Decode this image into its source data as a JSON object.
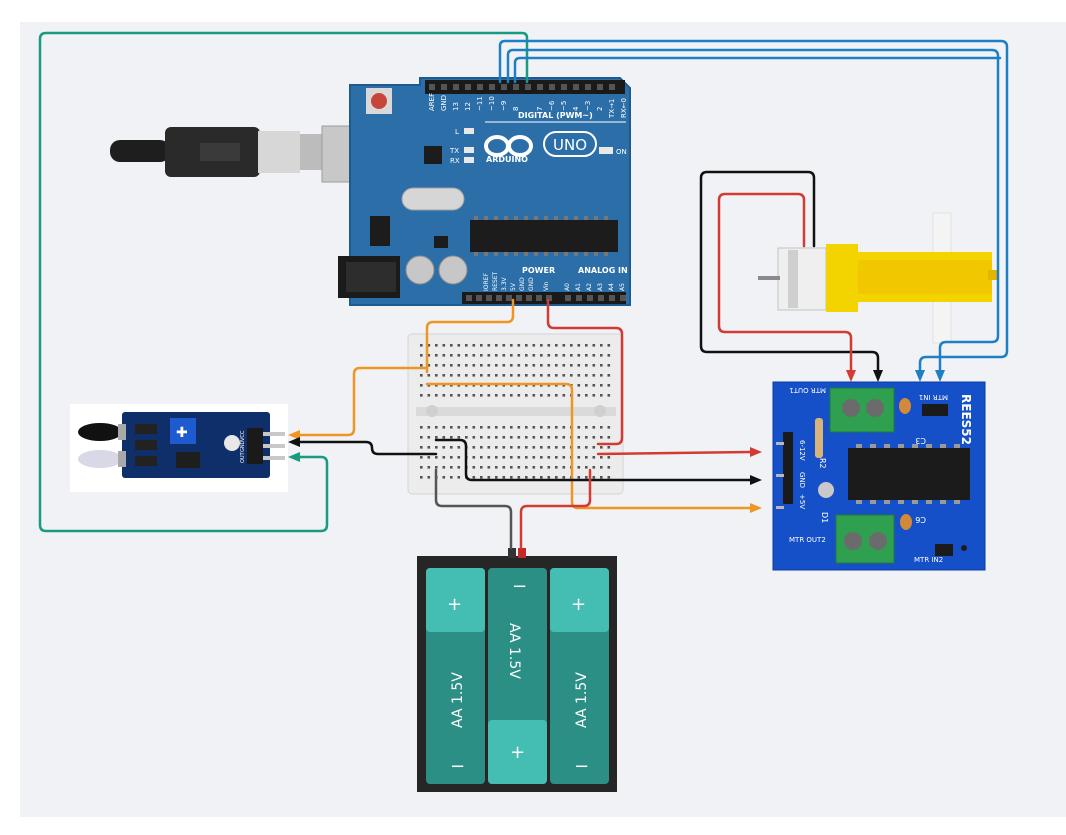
{
  "arduino": {
    "logo_text": "ARDUINO",
    "model": "UNO",
    "digital_label": "DIGITAL (PWM~)",
    "power_label": "POWER",
    "analog_label": "ANALOG IN",
    "on_label": "ON",
    "tx_label": "TX",
    "rx_label": "RX",
    "l_label": "L",
    "digital_pins": [
      "AREF",
      "GND",
      "13",
      "12",
      "~11",
      "~10",
      "~9",
      "8",
      "7",
      "~6",
      "~5",
      "4",
      "~3",
      "2",
      "TX→1",
      "RX←0"
    ],
    "power_pins": [
      "IOREF",
      "RESET",
      "3.3V",
      "5V",
      "GND",
      "GND",
      "Vin"
    ],
    "analog_pins": [
      "A0",
      "A1",
      "A2",
      "A3",
      "A4",
      "A5"
    ]
  },
  "driver": {
    "title": "REES52",
    "labels": {
      "mtr_out1": "MTR OUT1",
      "mtr_out2": "MTR OUT2",
      "mtr_in1": "MTR IN1",
      "mtr_in2": "MTR IN2",
      "v12": "6-12V",
      "gnd": "GND",
      "v5": "+5V",
      "r2": "R2",
      "d1": "D1",
      "c3": "C3",
      "c6": "C6"
    }
  },
  "battery": {
    "cells": [
      {
        "label": "AA 1.5V",
        "top_sign": "+",
        "bottom_sign": "−"
      },
      {
        "label": "AA 1.5V",
        "top_sign": "−",
        "bottom_sign": "+"
      },
      {
        "label": "AA 1.5V",
        "top_sign": "+",
        "bottom_sign": "−"
      }
    ]
  },
  "ir_sensor": {
    "pin_labels": [
      "VCC",
      "GND",
      "OUT"
    ]
  },
  "colors": {
    "canvas": "#f0f2f5",
    "arduino_board": "#2b6ea8",
    "driver_board": "#1550c8",
    "battery_case": "#262626",
    "battery_cell": "#2c8f86",
    "battery_cell_light": "#44bdb2",
    "motor_yellow": "#f4d400",
    "wire_green": "#1a9a80",
    "wire_blue": "#1f7fc4",
    "wire_red": "#d43a34",
    "wire_black": "#111111",
    "wire_orange": "#ee9623",
    "wire_gray": "#555555"
  }
}
